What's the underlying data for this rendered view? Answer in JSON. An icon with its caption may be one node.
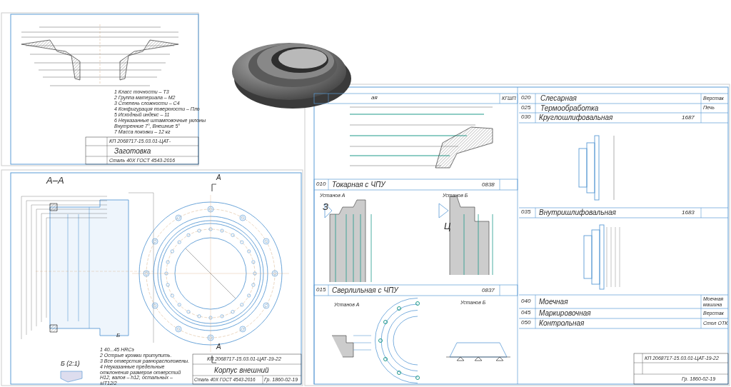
{
  "diagram": {
    "labels": [
      "1 Класс точности – Т3",
      "2 Группа материала – М2",
      "3 Степень сложности – С4",
      "4 Конфигурация поверхности – Пло",
      "5 Исходный индекс – 11",
      "6 Неуказанные штамповочные уклоны",
      "Внутренние 7°, Внешние 5°",
      "7 Масса поковки – 12 кг",
      "КП 2068717-15.03.01-ЦАТ-",
      "Заготовка",
      "Сталь 40Х ГОСТ 4543-2016",
      "А–А",
      "А",
      "Б",
      "Б (2:1)",
      "1 40...45 HRCэ",
      "2 Острые кромки притупить.",
      "3 Все отверстия равнорасположены.",
      "4 Неуказанные предельные отклонения размеров отверстий Н12, валов – h12, остальных – ±IT12/2",
      "А",
      "КП 2068717-15.03.01-ЦАТ-19-22",
      "Корпус внешний",
      "Сталь 40Х ГОСТ 4543-2016",
      "Гр. 1860-02-19",
      "ая",
      "КГШП",
      "010",
      "Токарная с ЧПУ",
      "0838",
      "Установ А",
      "Установ Б",
      "З",
      "Ц",
      "015",
      "Сверлильная с ЧПУ",
      "0837",
      "Установ А",
      "Установ Б",
      "020",
      "Слесарная",
      "Верстак",
      "025",
      "Термообработка",
      "Печь",
      "030",
      "Круглошлифовальная",
      "1687",
      "035",
      "Внутришлифовальная",
      "1683",
      "040",
      "Моечная",
      "Моечная машина",
      "045",
      "Маркировочная",
      "Верстак",
      "050",
      "Контрольная",
      "Стол ОТК",
      "КП 2068717-15.03.01-ЦАТ-19-22",
      "Гр. 1860-02-19"
    ]
  }
}
